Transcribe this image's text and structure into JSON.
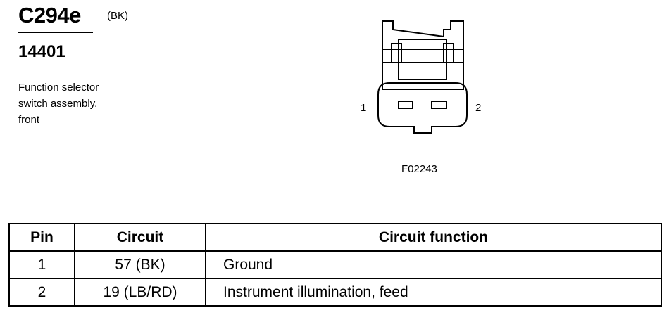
{
  "header": {
    "connector_id": "C294e",
    "color_code": "(BK)",
    "part_number": "14401",
    "description_lines": [
      "Function selector",
      "switch assembly,",
      "front"
    ]
  },
  "diagram": {
    "icon": "connector-face-icon",
    "pin_labels": [
      "1",
      "2"
    ],
    "figure_id": "F02243"
  },
  "table": {
    "headers": [
      "Pin",
      "Circuit",
      "Circuit function"
    ],
    "rows": [
      [
        "1",
        "57 (BK)",
        "Ground"
      ],
      [
        "2",
        "19 (LB/RD)",
        "Instrument illumination, feed"
      ]
    ]
  }
}
